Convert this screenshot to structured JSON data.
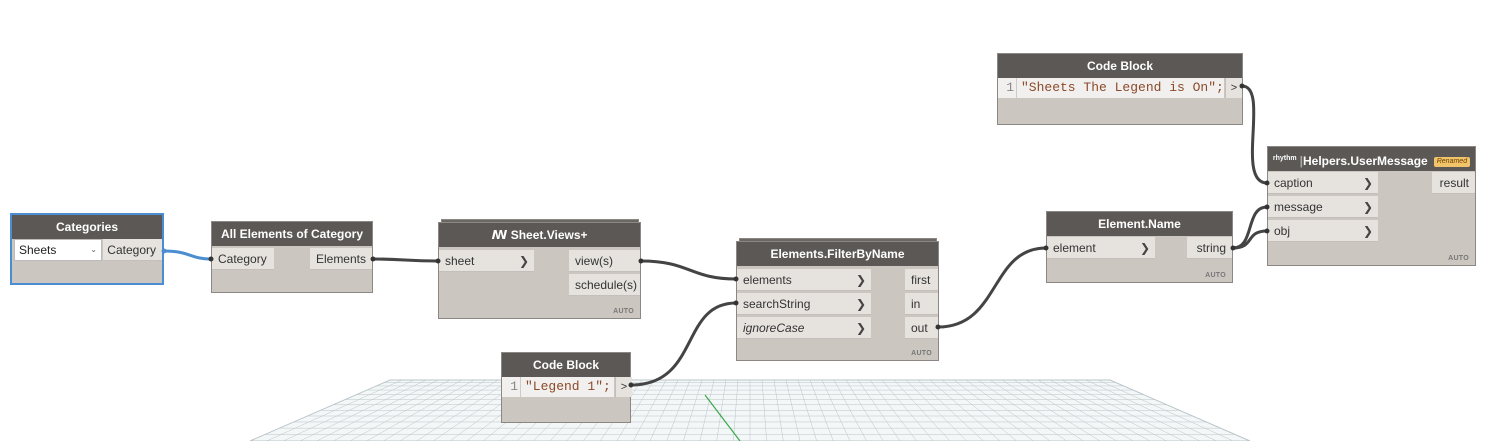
{
  "nodes": {
    "categories": {
      "title": "Categories",
      "dropdown_value": "Sheets",
      "output": "Category"
    },
    "all_elements": {
      "title": "All Elements of Category",
      "input": "Category",
      "output": "Elements"
    },
    "sheet_views": {
      "title": "NW Sheet.Views+",
      "title_display": "ꟿ Sheet.Views+",
      "input": "sheet",
      "outputs": [
        "view(s)",
        "schedule(s)"
      ],
      "lacing": "AUTO"
    },
    "filter_by_name": {
      "title": "Elements.FilterByName",
      "inputs": [
        "elements",
        "searchString",
        "ignoreCase"
      ],
      "outputs": [
        "first",
        "in",
        "out"
      ],
      "lacing": "AUTO"
    },
    "code_block_legend": {
      "title": "Code Block",
      "line_number": "1",
      "code": "\"Legend 1\";",
      "output": ">"
    },
    "element_name": {
      "title": "Element.Name",
      "input": "element",
      "output": "string",
      "lacing": "AUTO"
    },
    "code_block_sheets": {
      "title": "Code Block",
      "line_number": "1",
      "code": "\"Sheets The Legend is On\";",
      "output": ">"
    },
    "user_message": {
      "title": "Helpers.UserMessage",
      "prefix": "rhythm",
      "badge": "Renamed",
      "inputs": [
        "caption",
        "message",
        "obj"
      ],
      "output": "result",
      "lacing": "AUTO"
    }
  },
  "colors": {
    "header": "#5c5855",
    "body": "#ccc6c0",
    "wire": "#444444",
    "selected_wire": "#4a8ed1",
    "grid": "#b9c4c9"
  }
}
